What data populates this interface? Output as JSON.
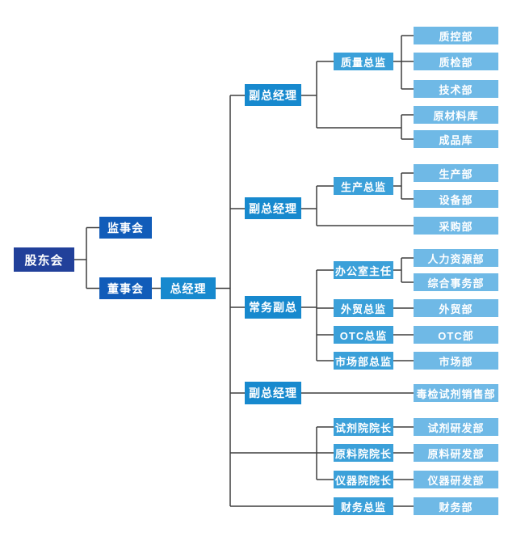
{
  "diagram": {
    "type": "org-chart",
    "nodes": {
      "shareholders": "股东会",
      "supervisory_board": "监事会",
      "board_of_directors": "董事会",
      "general_manager": "总经理",
      "deputy_gm_1": "副总经理",
      "deputy_gm_2": "副总经理",
      "executive_deputy_gm": "常务副总",
      "deputy_gm_3": "副总经理",
      "quality_director": "质量总监",
      "production_director": "生产总监",
      "office_director": "办公室主任",
      "foreign_trade_director": "外贸总监",
      "otc_director": "OTC总监",
      "marketing_director": "市场部总监",
      "reagent_institute_dean": "试剂院院长",
      "raw_material_institute_dean": "原料院院长",
      "instrument_institute_dean": "仪器院院长",
      "finance_director": "财务总监",
      "qc_dept": "质控部",
      "inspection_dept": "质检部",
      "technology_dept": "技术部",
      "raw_material_warehouse": "原材料库",
      "finished_goods_warehouse": "成品库",
      "production_dept": "生产部",
      "equipment_dept": "设备部",
      "purchasing_dept": "采购部",
      "hr_dept": "人力资源部",
      "general_affairs_dept": "综合事务部",
      "foreign_trade_dept": "外贸部",
      "otc_dept": "OTC部",
      "marketing_dept": "市场部",
      "toxin_reagent_sales_dept": "毒检试剂销售部",
      "reagent_rd_dept": "试剂研发部",
      "raw_material_rd_dept": "原料研发部",
      "instrument_rd_dept": "仪器研发部",
      "finance_dept": "财务部"
    },
    "edges": [
      {
        "from": "shareholders",
        "to": [
          "supervisory_board",
          "board_of_directors"
        ]
      },
      {
        "from": "board_of_directors",
        "to": [
          "general_manager"
        ]
      },
      {
        "from": "general_manager",
        "to": [
          "deputy_gm_1",
          "deputy_gm_2",
          "executive_deputy_gm",
          "deputy_gm_3",
          "reagent_institute_dean",
          "raw_material_institute_dean",
          "instrument_institute_dean",
          "finance_director"
        ]
      },
      {
        "from": "deputy_gm_1",
        "to": [
          "quality_director",
          "raw_material_warehouse",
          "finished_goods_warehouse"
        ]
      },
      {
        "from": "quality_director",
        "to": [
          "qc_dept",
          "inspection_dept",
          "technology_dept"
        ]
      },
      {
        "from": "deputy_gm_2",
        "to": [
          "production_director",
          "purchasing_dept"
        ]
      },
      {
        "from": "production_director",
        "to": [
          "production_dept",
          "equipment_dept"
        ]
      },
      {
        "from": "executive_deputy_gm",
        "to": [
          "office_director",
          "foreign_trade_director",
          "otc_director",
          "marketing_director"
        ]
      },
      {
        "from": "office_director",
        "to": [
          "hr_dept",
          "general_affairs_dept"
        ]
      },
      {
        "from": "foreign_trade_director",
        "to": [
          "foreign_trade_dept"
        ]
      },
      {
        "from": "otc_director",
        "to": [
          "otc_dept"
        ]
      },
      {
        "from": "marketing_director",
        "to": [
          "marketing_dept"
        ]
      },
      {
        "from": "deputy_gm_3",
        "to": [
          "toxin_reagent_sales_dept"
        ]
      },
      {
        "from": "reagent_institute_dean",
        "to": [
          "reagent_rd_dept"
        ]
      },
      {
        "from": "raw_material_institute_dean",
        "to": [
          "raw_material_rd_dept"
        ]
      },
      {
        "from": "instrument_institute_dean",
        "to": [
          "instrument_rd_dept"
        ]
      },
      {
        "from": "finance_director",
        "to": [
          "finance_dept"
        ]
      }
    ],
    "colors": {
      "l1": "#21409A",
      "l2": "#115CB9",
      "l3": "#1789CE",
      "l4": "#3BA0D9",
      "l5": "#6FB9E6",
      "line": "#3E3E3E",
      "text": "#FFFFFF",
      "bg": "#FFFFFF"
    }
  }
}
